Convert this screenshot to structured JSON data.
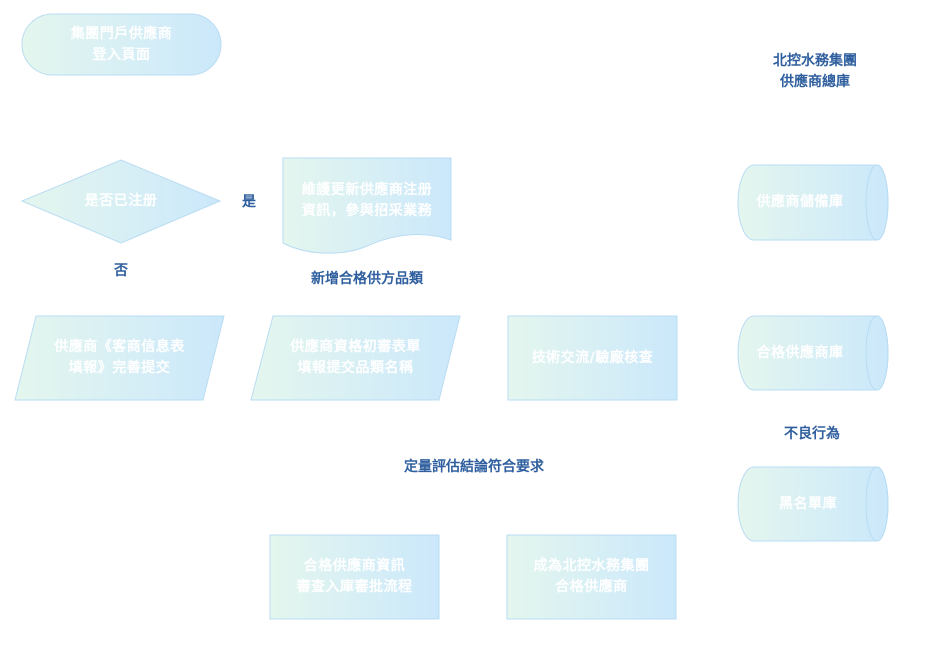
{
  "nodes": {
    "login_page": [
      "集團門戶供應商",
      "登入頁面"
    ],
    "registered_decision": [
      "是否已注册"
    ],
    "maintain_info": [
      "維護更新供應商注册",
      "資訊，參與招采業務"
    ],
    "fill_form": [
      "供應商《客商信息表",
      "填報》完善提交"
    ],
    "qualification_form": [
      "供應商資格初審表單",
      "填報提交品類名稱"
    ],
    "tech_exchange": [
      "技術交流/驗廠核查"
    ],
    "storage_db": [
      "供應商儲備庫"
    ],
    "qualified_db": [
      "合格供應商庫"
    ],
    "blacklist_db": [
      "黑名單庫"
    ],
    "approval_flow": [
      "合格供應商資訊",
      "審查入庫審批流程"
    ],
    "become_qualified": [
      "成為北控水務集團",
      "合格供應商"
    ]
  },
  "labels": {
    "group_title": [
      "北控水務集團",
      "供應商總庫"
    ],
    "yes": "是",
    "no": "否",
    "add_category": "新增合格供方品類",
    "evaluation": "定量評估結論符合要求",
    "bad_behavior": "不良行為"
  },
  "colors": {
    "fill_start": "#e4f6ee",
    "fill_end": "#cbe8fb",
    "stroke": "#b9dcf3",
    "label": "#2f5f9e"
  }
}
